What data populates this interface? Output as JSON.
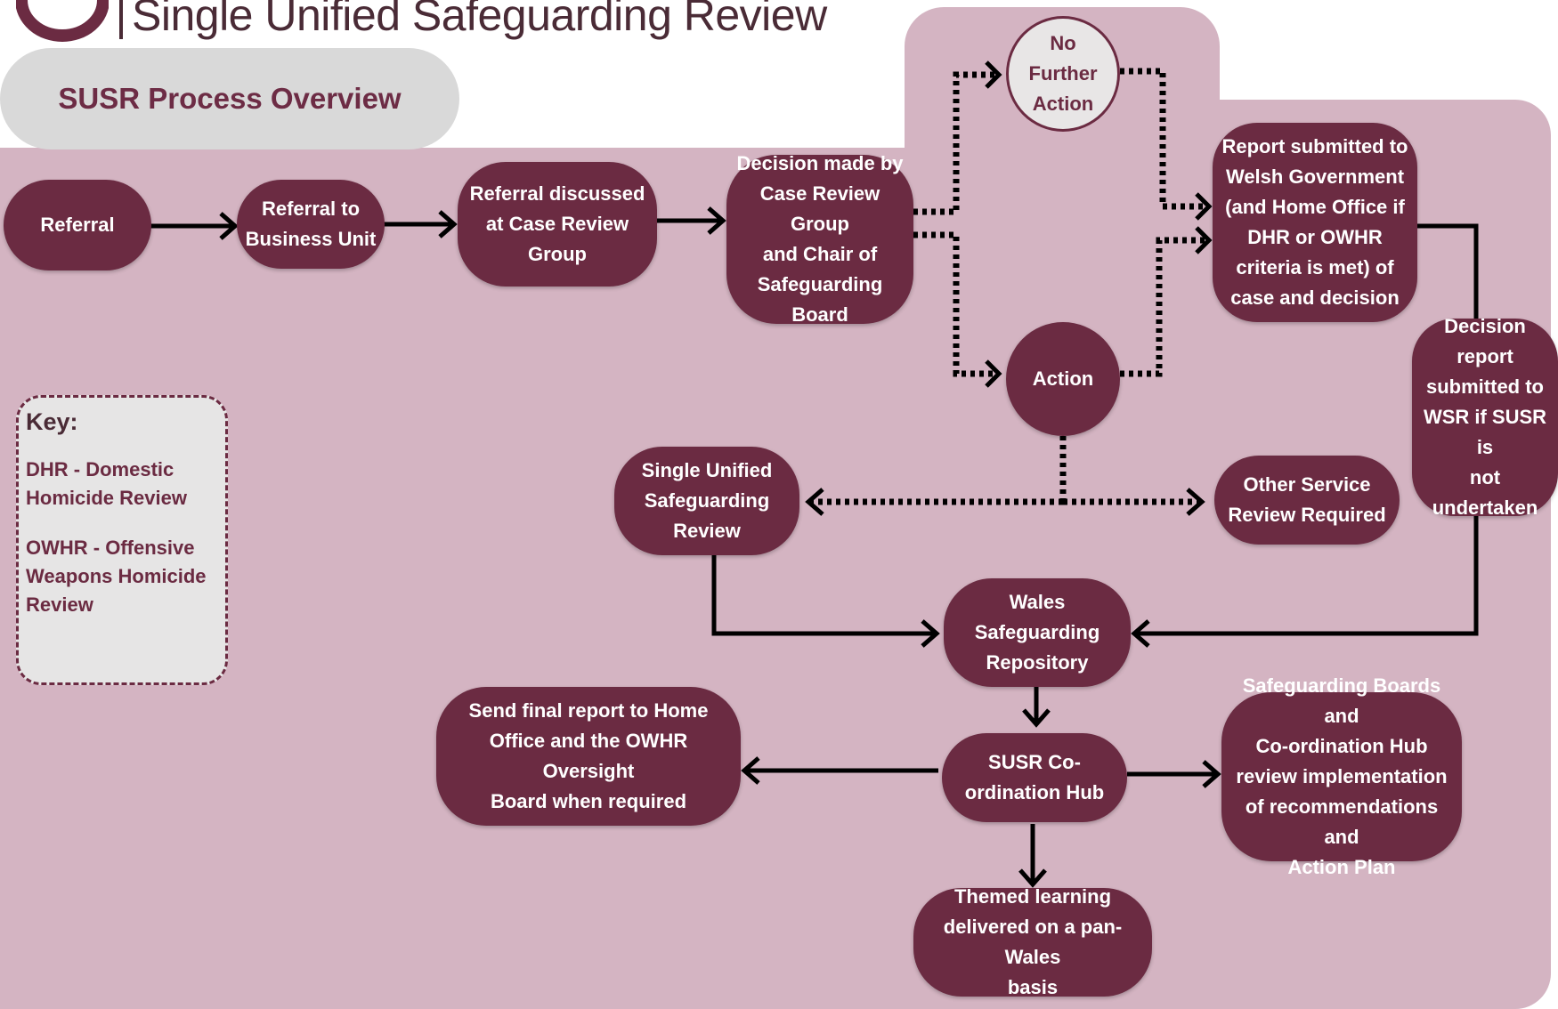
{
  "header": {
    "title": "Single Unified Safeguarding Review"
  },
  "subtitle": "SUSR Process Overview",
  "nodes": {
    "referral": "Referral",
    "business_unit": "Referral to\nBusiness Unit",
    "case_review": "Referral discussed\nat Case Review\nGroup",
    "decision": "Decision made by\nCase Review Group\nand Chair of\nSafeguarding\nBoard",
    "no_further_action": "No\nFurther\nAction",
    "action": "Action",
    "report_welsh_gov": "Report submitted to\nWelsh Government\n(and Home Office if\nDHR or OWHR\ncriteria is met) of\ncase and decision",
    "decision_report_wsr": "Decision\nreport\nsubmitted to\nWSR if SUSR is\nnot\nundertaken",
    "susr": "Single Unified\nSafeguarding\nReview",
    "other_service": "Other Service\nReview Required",
    "wsr": "Wales\nSafeguarding\nRepository",
    "coordination_hub": "SUSR Co-\nordination Hub",
    "send_final_report": "Send final report to Home\nOffice and the OWHR Oversight\nBoard when required",
    "boards_review": "Safeguarding Boards and\nCo-ordination Hub\nreview implementation\nof recommendations and\nAction Plan",
    "themed_learning": "Themed learning\ndelivered on a pan-Wales\nbasis"
  },
  "key": {
    "title": "Key:",
    "entries": [
      "DHR - Domestic Homicide Review",
      "OWHR - Offensive Weapons Homicide Review"
    ]
  },
  "colors": {
    "node": "#6b2b42",
    "panel": "#d4b4c2",
    "pill": "#d9d9d9",
    "title": "#4a2b36"
  }
}
